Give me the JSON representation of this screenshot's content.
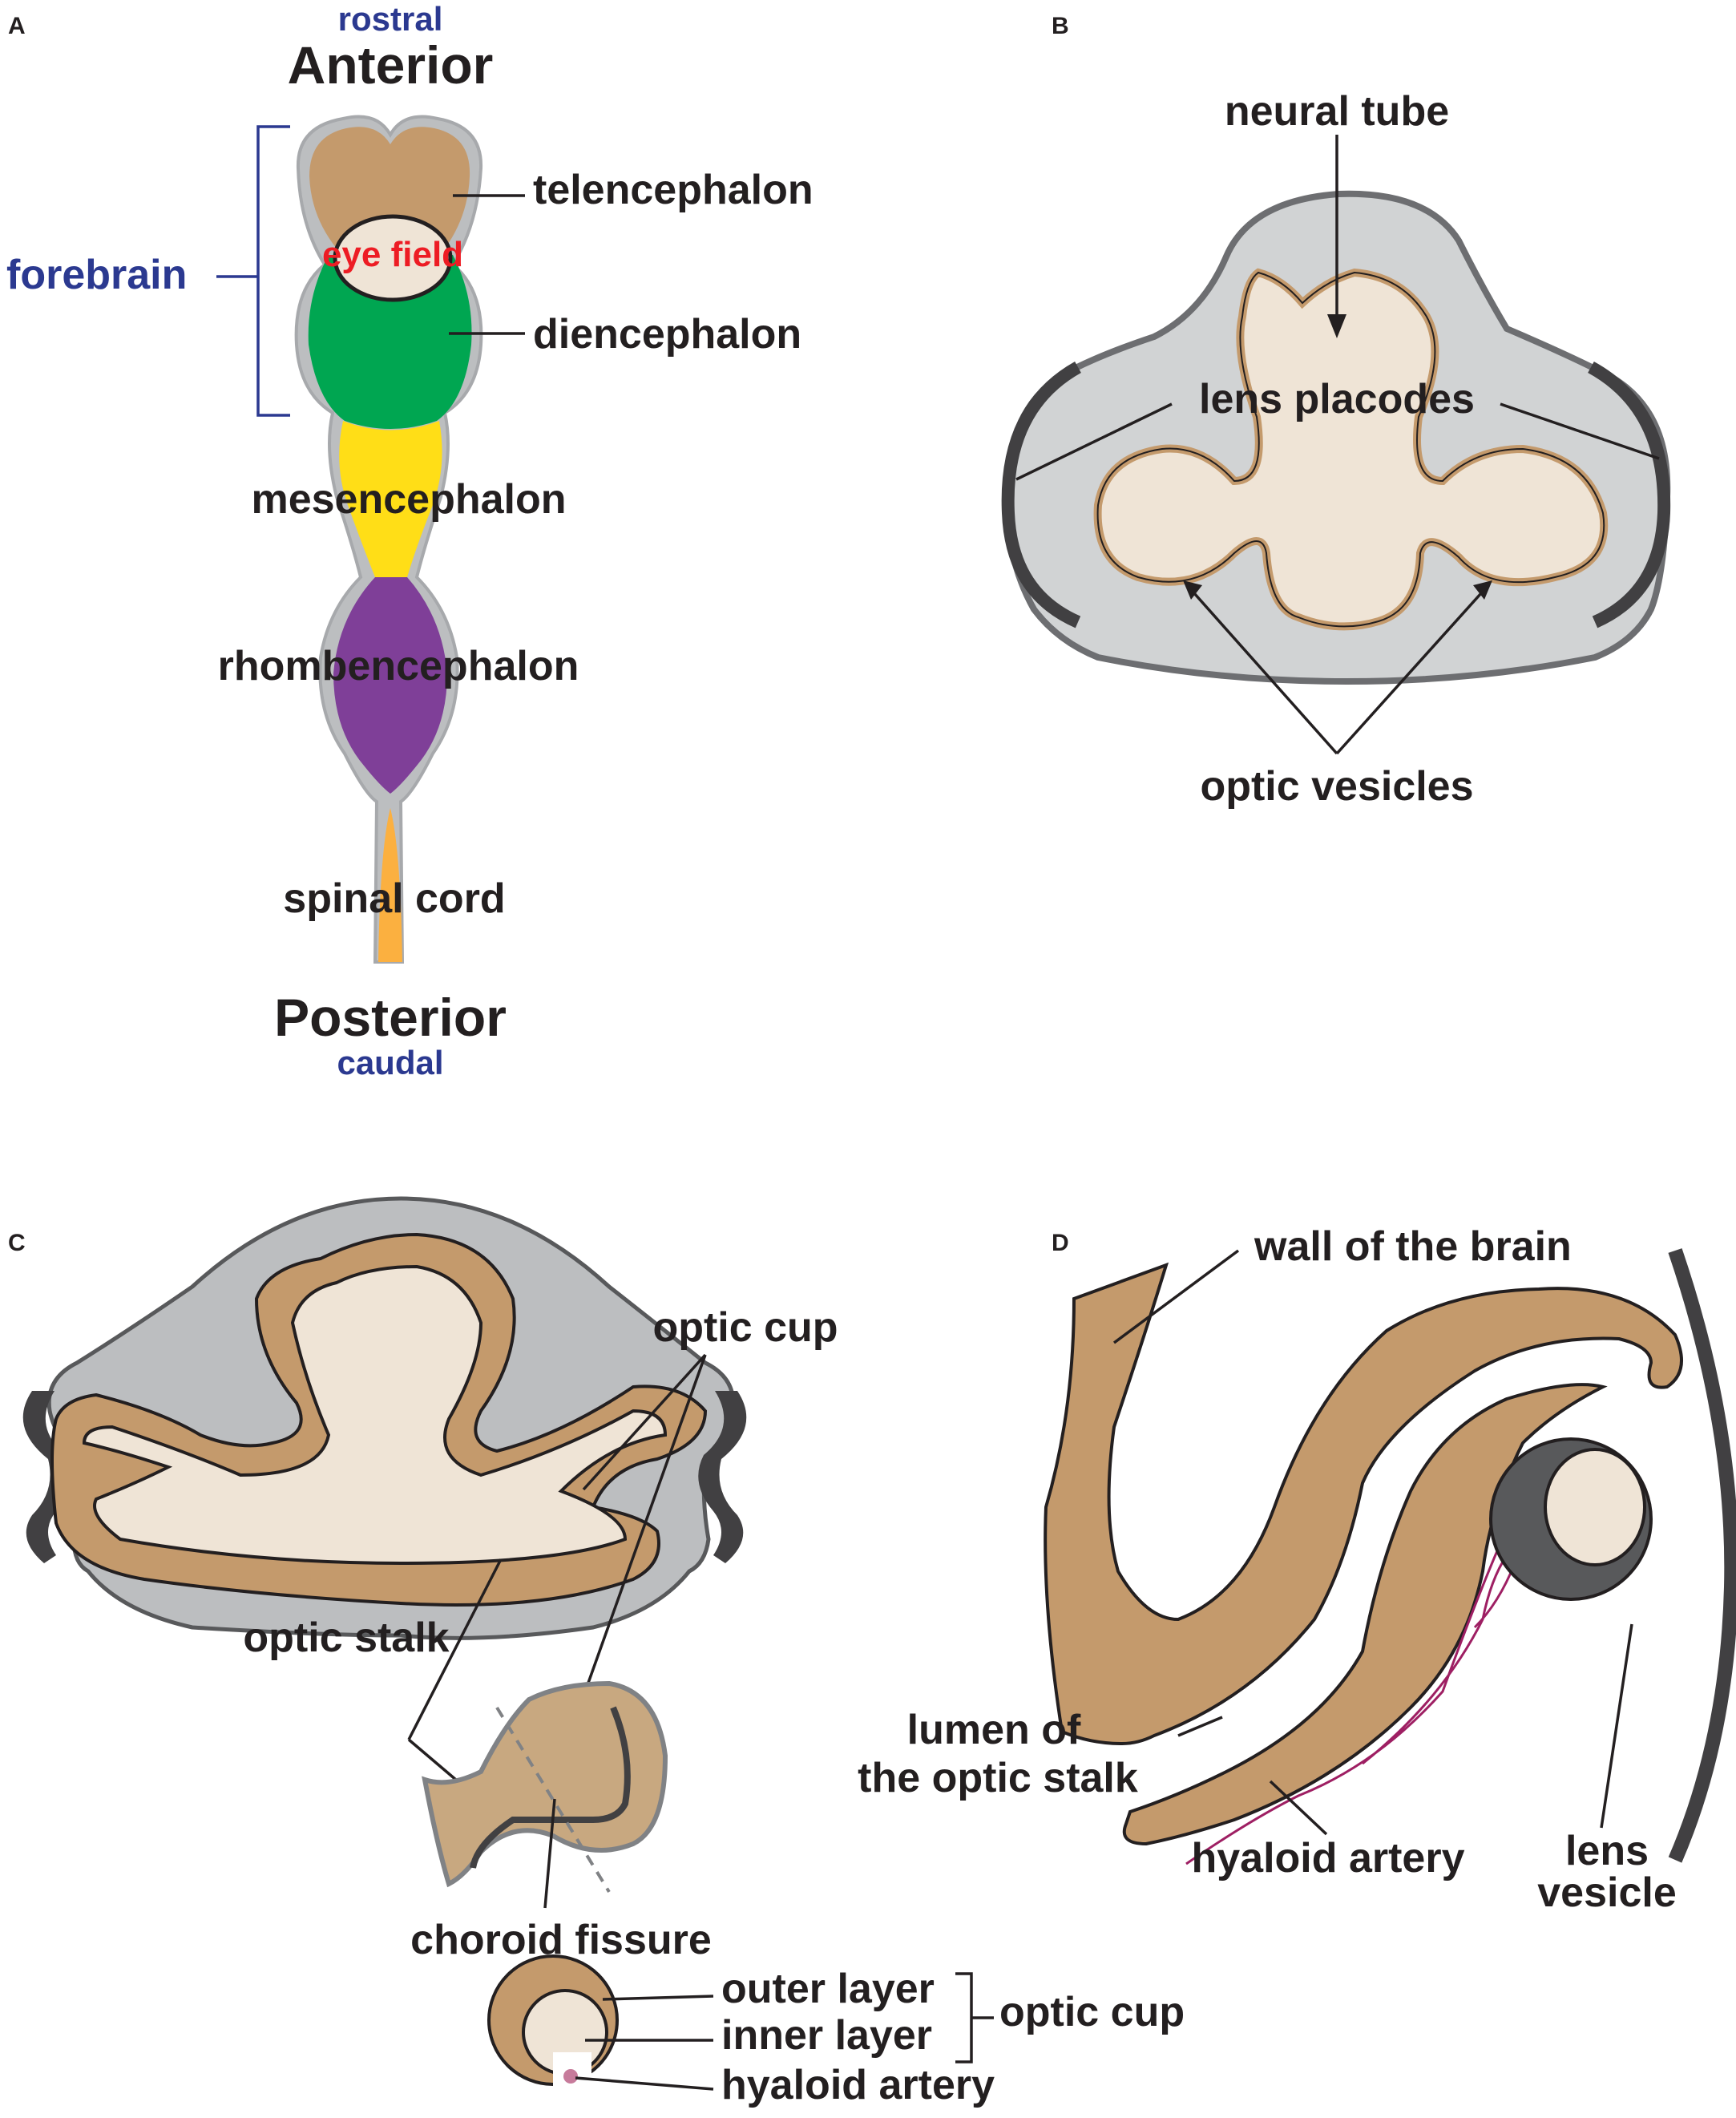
{
  "panels": {
    "a": {
      "letter": "A",
      "rostral": "rostral",
      "anterior": "Anterior",
      "forebrain": "forebrain",
      "telencephalon": "telencephalon",
      "eye_field": "eye field",
      "diencephalon": "diencephalon",
      "mesencephalon": "mesencephalon",
      "rhombencephalon": "rhombencephalon",
      "spinal_cord": "spinal cord",
      "posterior": "Posterior",
      "caudal": "caudal"
    },
    "b": {
      "letter": "B",
      "neural_tube": "neural tube",
      "lens_placodes": "lens placodes",
      "optic_vesicles": "optic vesicles"
    },
    "c": {
      "letter": "C",
      "optic_cup": "optic cup",
      "optic_stalk": "optic stalk",
      "choroid_fissure": "choroid fissure",
      "outer_layer": "outer layer",
      "inner_layer": "inner layer",
      "optic_cup_bracket": "optic cup",
      "hyaloid_artery": "hyaloid artery"
    },
    "d": {
      "letter": "D",
      "wall_of_brain": "wall of the brain",
      "lumen_line1": "lumen of",
      "lumen_line2": "the optic stalk",
      "hyaloid_artery": "hyaloid artery",
      "lens_line1": "lens",
      "lens_line2": "vesicle"
    }
  },
  "colors": {
    "telencephalon": "#c49a6c",
    "diencephalon": "#00a651",
    "mesencephalon": "#ffde17",
    "rhombencephalon": "#7f3f98",
    "spinal_cord": "#fbb040",
    "neural_tissue": "#c49a6c",
    "lumen": "#efe4d6",
    "ectoderm": "#d1d3d4",
    "placode": "#414042",
    "artery": "#9e1f63"
  }
}
